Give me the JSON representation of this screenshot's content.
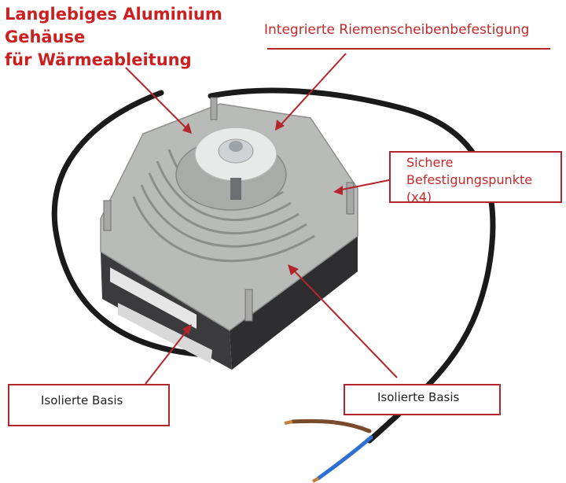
{
  "annotations": {
    "housing_line1": "Langlebiges Aluminium",
    "housing_line2": "Gehäuse",
    "housing_line3": "für Wärmeableitung",
    "pulley": "Integrierte Riemenscheibenbefestigung",
    "mount_line1": "Sichere",
    "mount_line2": "Befestigungspunkte",
    "mount_line3": "(x4)",
    "base_left": "Isolierte Basis",
    "base_right": "Isolierte Basis"
  },
  "colors": {
    "accent_red": "#cc1f1f",
    "callout_line": "#b3262b",
    "aluminium": "#b9bbb8",
    "base_dark": "#3b3b3d",
    "wire_blue": "#2f6fd0",
    "wire_brown": "#7a4a2a",
    "cable_black": "#1a1a1a"
  }
}
